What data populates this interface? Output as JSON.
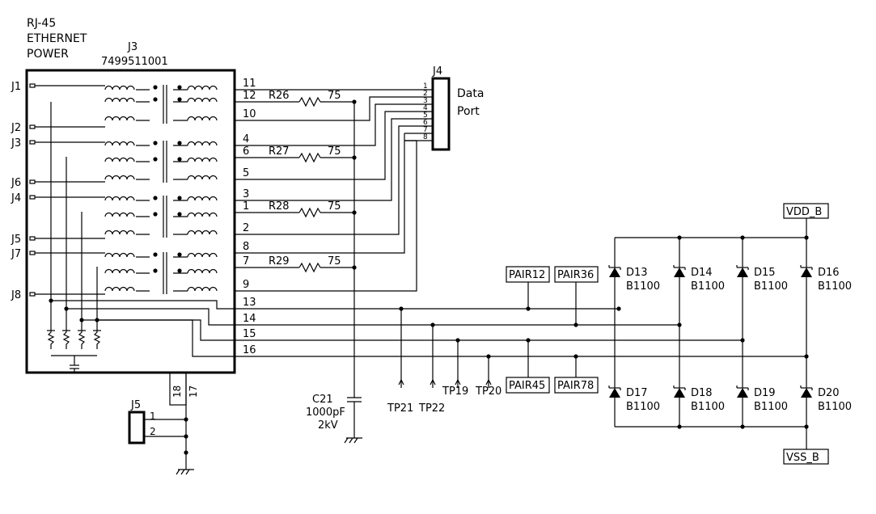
{
  "title": {
    "line1": "RJ-45",
    "line2": "ETHERNET",
    "line3": "POWER"
  },
  "j3": {
    "ref": "J3",
    "part": "7499511001",
    "left_pins": [
      "J1",
      "J2",
      "J3",
      "J6",
      "J4",
      "J5",
      "J7",
      "J8"
    ],
    "right_pins": [
      "11",
      "12",
      "10",
      "4",
      "6",
      "5",
      "3",
      "1",
      "2",
      "8",
      "7",
      "9",
      "13",
      "14",
      "15",
      "16"
    ],
    "bottom_pins": [
      "18",
      "17"
    ]
  },
  "resistors": [
    {
      "ref": "R26",
      "value": "75"
    },
    {
      "ref": "R27",
      "value": "75"
    },
    {
      "ref": "R28",
      "value": "75"
    },
    {
      "ref": "R29",
      "value": "75"
    }
  ],
  "j4": {
    "ref": "J4",
    "label_line1": "Data",
    "label_line2": "Port",
    "pins": [
      "1",
      "2",
      "3",
      "4",
      "5",
      "6",
      "7",
      "8"
    ]
  },
  "j5": {
    "ref": "J5",
    "pins": [
      "1",
      "2"
    ]
  },
  "capacitor": {
    "ref": "C21",
    "value": "1000pF",
    "rating": "2kV"
  },
  "test_points": [
    "TP21",
    "TP22",
    "TP19",
    "TP20"
  ],
  "pair_labels": [
    "PAIR12",
    "PAIR36",
    "PAIR45",
    "PAIR78"
  ],
  "power_labels": {
    "vdd": "VDD_B",
    "vss": "VSS_B"
  },
  "diodes": [
    {
      "ref": "D13",
      "part": "B1100"
    },
    {
      "ref": "D14",
      "part": "B1100"
    },
    {
      "ref": "D15",
      "part": "B1100"
    },
    {
      "ref": "D16",
      "part": "B1100"
    },
    {
      "ref": "D17",
      "part": "B1100"
    },
    {
      "ref": "D18",
      "part": "B1100"
    },
    {
      "ref": "D19",
      "part": "B1100"
    },
    {
      "ref": "D20",
      "part": "B1100"
    }
  ]
}
